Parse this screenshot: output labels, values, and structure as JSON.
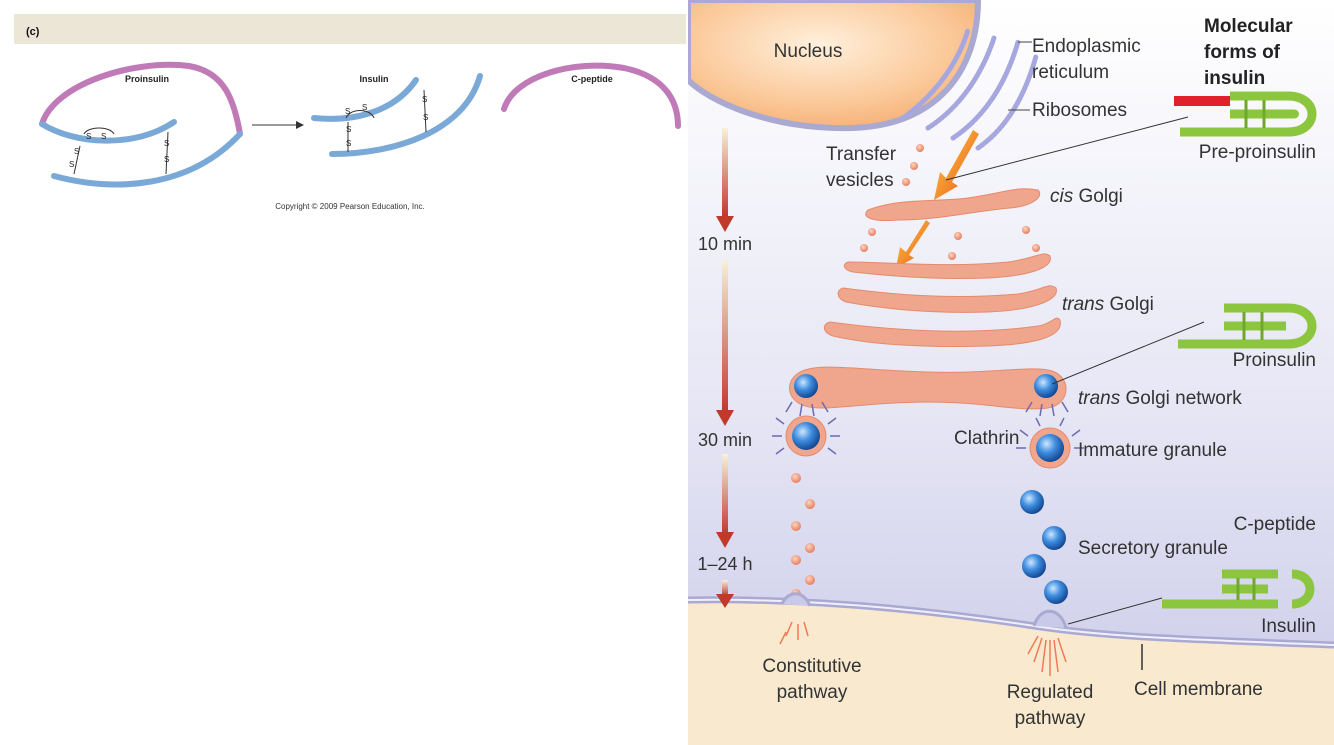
{
  "left_panel": {
    "panel_label": "(c)",
    "proinsulin_label": "Proinsulin",
    "insulin_label": "Insulin",
    "cpeptide_label": "C-peptide",
    "disulfide_s": "S",
    "copyright": "Copyright © 2009 Pearson Education, Inc."
  },
  "right_panel": {
    "nucleus": "Nucleus",
    "er_line1": "Endoplasmic",
    "er_line2": "reticulum",
    "ribosomes": "Ribosomes",
    "transfer_line1": "Transfer",
    "transfer_line2": "vesicles",
    "cis_italic": "cis",
    "cis_rest": " Golgi",
    "trans_italic": "trans",
    "trans_rest": " Golgi",
    "tgn_italic": "trans",
    "tgn_rest": " Golgi network",
    "clathrin": "Clathrin",
    "immature_granule": "Immature granule",
    "secretory_granule": "Secretory granule",
    "constitutive_line1": "Constitutive",
    "constitutive_line2": "pathway",
    "regulated_line1": "Regulated",
    "regulated_line2": "pathway",
    "cell_membrane": "Cell membrane",
    "time_10": "10 min",
    "time_30": "30 min",
    "time_124": "1–24 h",
    "forms_line1": "Molecular",
    "forms_line2": "forms of",
    "forms_line3": "insulin",
    "pre_proinsulin": "Pre-proinsulin",
    "proinsulin": "Proinsulin",
    "c_peptide": "C-peptide",
    "insulin": "Insulin"
  },
  "colors": {
    "cpeptide_purple": "#c07ab8",
    "chain_blue": "#7aa9d8",
    "golgi_salmon": "#f0a68c",
    "insulin_green": "#8cc63f",
    "signal_red": "#e0202a",
    "time_arrow_red": "#c0392b"
  }
}
